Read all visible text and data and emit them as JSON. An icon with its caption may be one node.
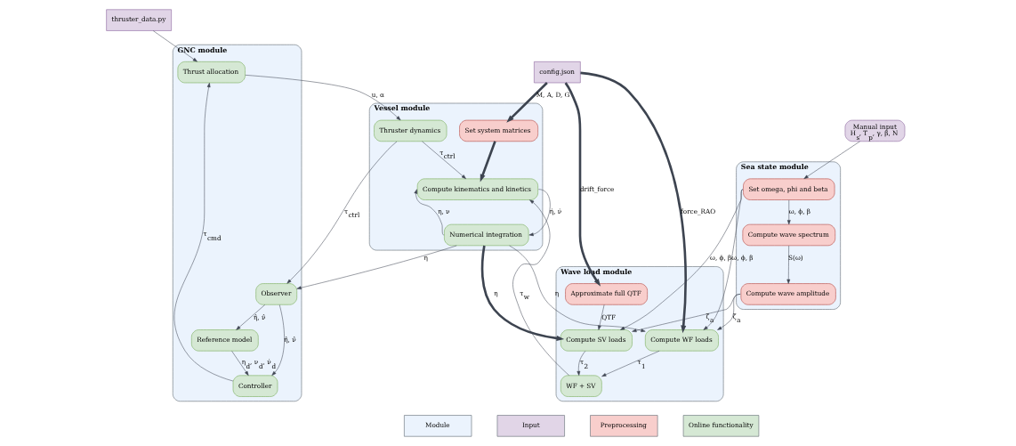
{
  "diagram": {
    "nodes": [
      {
        "text": [
          "thruster_data.py"
        ]
      },
      {
        "text": [
          "config.json"
        ]
      },
      {
        "text": [
          "Manual input",
          "H$_{s}$, T$_{p}$, γ, β, N"
        ]
      },
      {
        "text": [
          "GNC module"
        ]
      },
      {
        "text": [
          "Thrust allocation"
        ],
        "in": 3
      },
      {
        "text": [
          "Reference model"
        ],
        "in": 3
      },
      {
        "text": [
          "Controller"
        ],
        "in": 3
      },
      {
        "text": [
          "Observer"
        ],
        "in": 3
      },
      {
        "text": [
          "Vessel module"
        ]
      },
      {
        "text": [
          "Set system matrices"
        ],
        "in": 8
      },
      {
        "text": [
          "Thruster dynamics"
        ],
        "in": 8
      },
      {
        "text": [
          "Compute kinematics and kinetics"
        ],
        "in": 8
      },
      {
        "text": [
          "Numerical integration"
        ],
        "in": 8
      },
      {
        "text": [
          "Wave load module"
        ]
      },
      {
        "text": [
          "Approximate full QTF"
        ],
        "in": 13
      },
      {
        "text": [
          "Compute SV loads"
        ],
        "in": 13
      },
      {
        "text": [
          "WF + SV"
        ],
        "in": 13
      },
      {
        "text": [
          "Compute WF loads"
        ],
        "in": 13
      },
      {
        "text": [
          "Sea state module"
        ]
      },
      {
        "text": [
          "Set omega, phi and beta"
        ],
        "in": 18
      },
      {
        "text": [
          "Compute wave spectrum"
        ],
        "in": 18
      },
      {
        "text": [
          "Compute wave amplitude"
        ],
        "in": 18
      }
    ],
    "edges": [
      {
        "from": 0,
        "to": 4,
        "arrow": "to"
      },
      {
        "from": 4,
        "to": 10,
        "arrow": "to",
        "label": "u, α"
      },
      {
        "from": 6,
        "to": 4,
        "arrow": "to",
        "label": "τ$_{cmd}$"
      },
      {
        "from": 5,
        "to": 6,
        "arrow": "to",
        "label": "η$_{d}$, ν$_{d}$, ν̇$_{d}$"
      },
      {
        "from": 7,
        "to": 6,
        "arrow": "to",
        "label": "η̂, ν̂"
      },
      {
        "from": 7,
        "to": 5,
        "arrow": "to",
        "label": "η̂, ν̂"
      },
      {
        "from": 10,
        "to": 7,
        "arrow": "to",
        "label": "τ$_{ctrl}$"
      },
      {
        "from": 12,
        "to": 7,
        "arrow": "to",
        "label": "η"
      },
      {
        "from": 1,
        "to": 9,
        "arrow": "to",
        "label": "M, A, D, G",
        "style": "thick"
      },
      {
        "from": 1,
        "to": 14,
        "arrow": "to",
        "label": "drift_force",
        "style": "thick"
      },
      {
        "from": 1,
        "to": 17,
        "arrow": "to",
        "label": "force_RAO",
        "style": "thick"
      },
      {
        "from": 9,
        "to": 11,
        "arrow": "to",
        "style": "thick"
      },
      {
        "from": 10,
        "to": 11,
        "arrow": "to",
        "label": "τ$_{ctrl}$"
      },
      {
        "from": 16,
        "to": 11,
        "arrow": "to",
        "label": "τ$_{w}$"
      },
      {
        "from": 12,
        "to": 11,
        "arrow": "to",
        "label": "η, ν"
      },
      {
        "from": 11,
        "to": 12,
        "arrow": "to",
        "label": "η̇, ν̇"
      },
      {
        "from": 12,
        "to": 15,
        "arrow": "to",
        "label": "η",
        "style": "thick"
      },
      {
        "from": 12,
        "to": 17,
        "arrow": "to",
        "label": "η"
      },
      {
        "from": 14,
        "to": 15,
        "arrow": "to",
        "label": "QTF"
      },
      {
        "from": 15,
        "to": 16,
        "arrow": "to",
        "label": "τ$_{2}$"
      },
      {
        "from": 17,
        "to": 16,
        "arrow": "to",
        "label": "τ$_{1}$"
      },
      {
        "from": 19,
        "to": 15,
        "arrow": "to",
        "label": "ω, ϕ, β"
      },
      {
        "from": 19,
        "to": 17,
        "arrow": "to",
        "label": "ω, ϕ, β"
      },
      {
        "from": 21,
        "to": 15,
        "arrow": "to",
        "label": "ζ$_{a}$"
      },
      {
        "from": 21,
        "to": 17,
        "arrow": "to",
        "label": "ζ$_{a}$"
      },
      {
        "from": 2,
        "to": 19,
        "arrow": "to"
      },
      {
        "from": 19,
        "to": 20,
        "arrow": "to",
        "label": "ω, ϕ, β"
      },
      {
        "from": 20,
        "to": 21,
        "arrow": "to",
        "label": "S(ω)"
      }
    ],
    "legend": [
      {
        "text": "Module",
        "color": "#ebf3fd"
      },
      {
        "text": "Input",
        "color": "#e1d5e7"
      },
      {
        "text": "Preprocessing",
        "color": "#f8cecc"
      },
      {
        "text": "Online functionality",
        "color": "#d5e8d4"
      }
    ]
  }
}
